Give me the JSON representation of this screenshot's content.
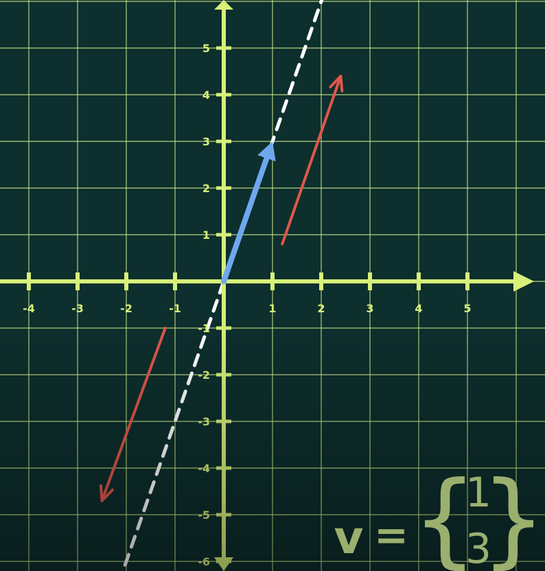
{
  "colors": {
    "background": "#0d2f2d",
    "grid": "#c9e58a",
    "axis": "#d7f07a",
    "vector": "#6ea7ee",
    "line": "#ffffff",
    "shift": "#e0574a",
    "formula": "#9bb06e"
  },
  "x_tick_labels": [
    "-4",
    "-3",
    "-2",
    "-1",
    "1",
    "2",
    "3",
    "4",
    "5"
  ],
  "y_tick_labels": [
    "5",
    "4",
    "3",
    "2",
    "1",
    "-1",
    "-2",
    "-3",
    "-4",
    "-5",
    "-6"
  ],
  "vector": {
    "from": [
      0,
      0
    ],
    "to": [
      1,
      3
    ]
  },
  "line_through_vector": {
    "slope": 3
  },
  "shift_arrows": [
    {
      "from": [
        1.2,
        0.8
      ],
      "to": [
        2.4,
        4.4
      ]
    },
    {
      "from": [
        -1.2,
        -1.0
      ],
      "to": [
        -2.5,
        -4.7
      ]
    }
  ],
  "formula": {
    "variable": "v",
    "equals": "=",
    "entries": [
      "1",
      "3"
    ]
  }
}
